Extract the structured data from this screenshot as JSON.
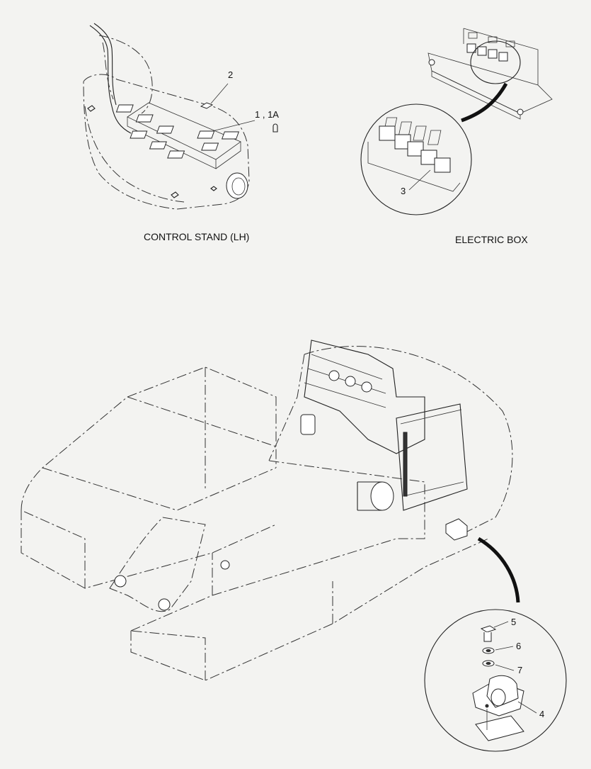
{
  "captions": {
    "control_stand": "CONTROL STAND (LH)",
    "electric_box": "ELECTRIC BOX"
  },
  "callouts": {
    "c2": "2",
    "c1_1a": "1 , 1A",
    "c3": "3",
    "c4": "4",
    "c5": "5",
    "c6": "6",
    "c7": "7"
  }
}
